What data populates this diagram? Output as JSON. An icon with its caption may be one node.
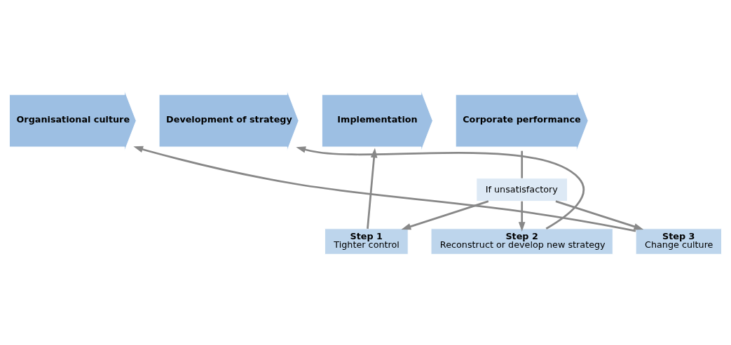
{
  "diagram": {
    "nodes": [
      {
        "text": [
          "Organisational culture"
        ]
      },
      {
        "text": [
          "Development of strategy"
        ]
      },
      {
        "text": [
          "Implementation"
        ]
      },
      {
        "text": [
          "Corporate performance"
        ]
      },
      {
        "text": [
          "If unsatisfactory"
        ]
      },
      {
        "text": [
          "Step 1",
          "Tighter control"
        ]
      },
      {
        "text": [
          "Step 2",
          "Reconstruct or develop new strategy"
        ]
      },
      {
        "text": [
          "Step 3",
          "Change culture"
        ]
      }
    ],
    "edges": [
      {
        "from": 3,
        "to": 4,
        "arrow": "none"
      },
      {
        "from": 4,
        "to": 5,
        "arrow": "to"
      },
      {
        "from": 4,
        "to": 6,
        "arrow": "to"
      },
      {
        "from": 4,
        "to": 7,
        "arrow": "to"
      },
      {
        "from": 5,
        "to": 2,
        "arrow": "to"
      },
      {
        "from": 6,
        "to": 1,
        "arrow": "to"
      },
      {
        "from": 7,
        "to": 0,
        "arrow": "to"
      }
    ]
  }
}
